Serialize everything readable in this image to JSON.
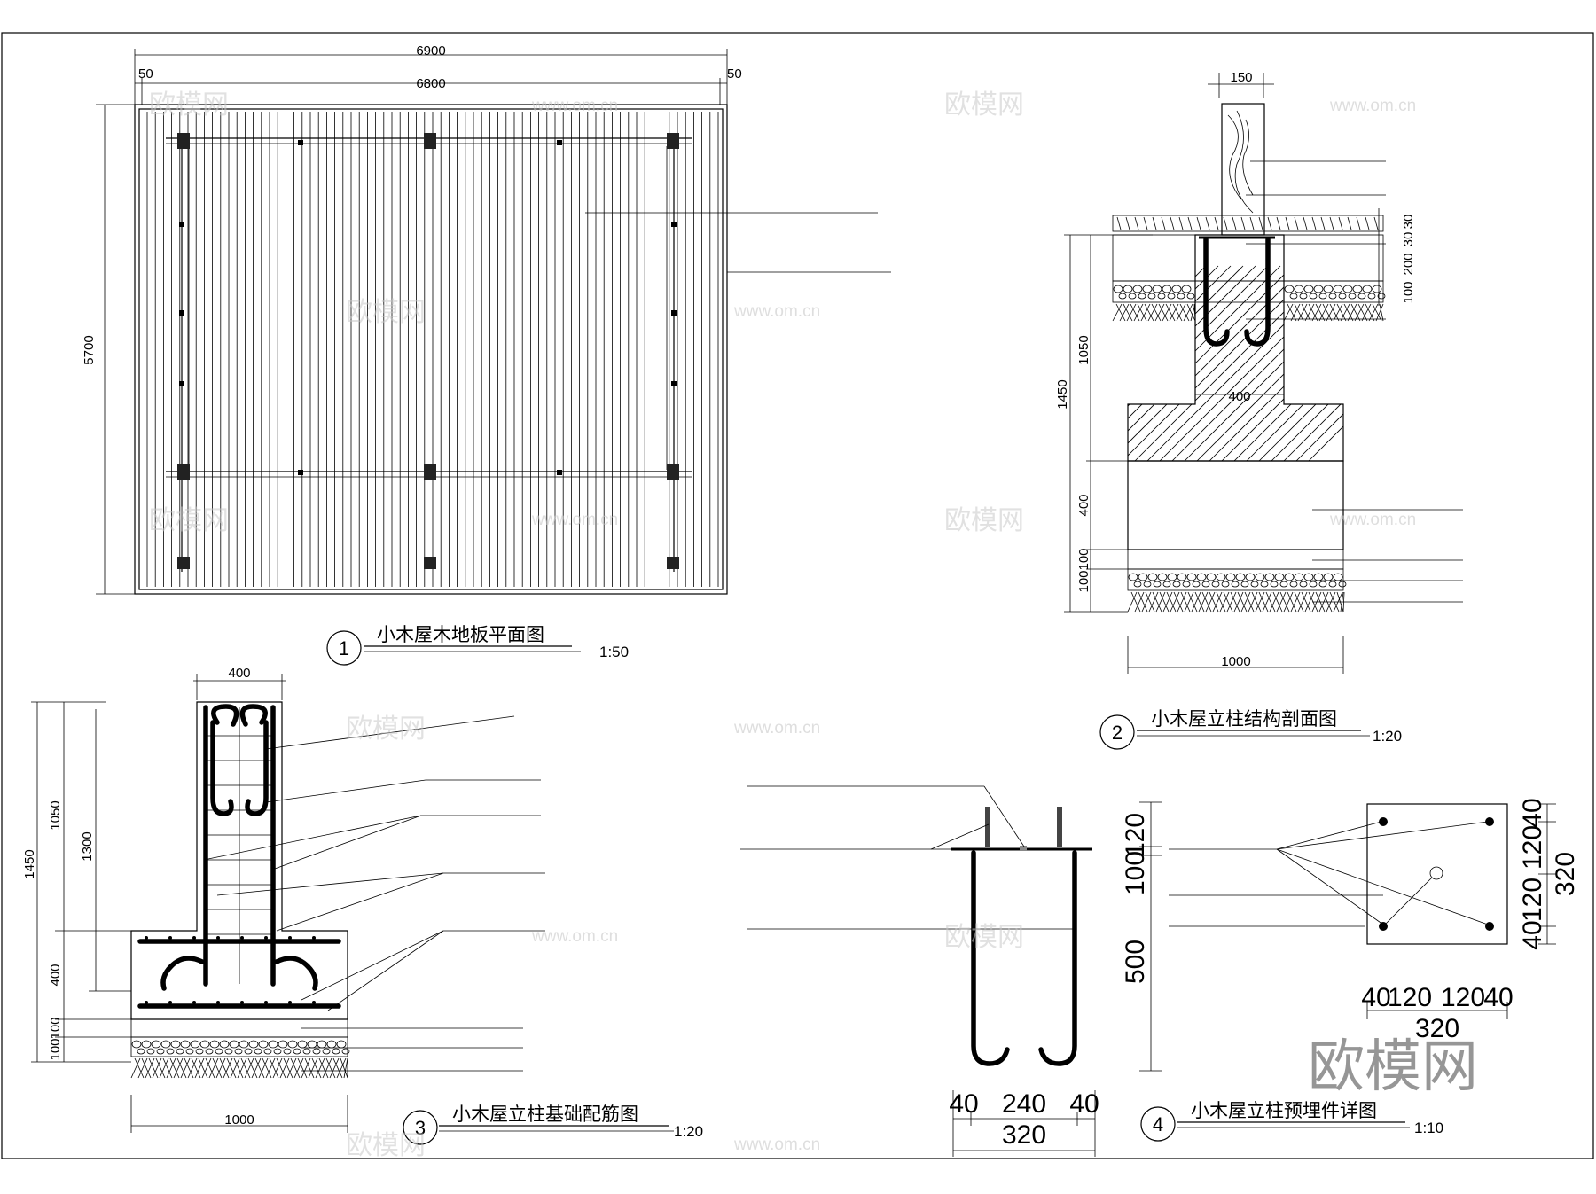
{
  "drawings": {
    "d1": {
      "number": "1",
      "title": "小木屋木地板平面图",
      "scale": "1:50",
      "dims": {
        "overall_width": "6900",
        "inner_width": "6800",
        "side_left": "50",
        "side_right": "50",
        "height": "5700"
      }
    },
    "d2": {
      "number": "2",
      "title": "小木屋立柱结构剖面图",
      "scale": "1:20",
      "dims": {
        "post_width": "150",
        "d30a": "30",
        "d30b": "30",
        "d200": "200",
        "d100": "100",
        "d1450": "1450",
        "d1050": "1050",
        "d400": "400",
        "d100b": "100",
        "d100c": "100",
        "width_400": "400",
        "base_1000": "1000"
      }
    },
    "d3": {
      "number": "3",
      "title": "小木屋立柱基础配筋图",
      "scale": "1:20",
      "dims": {
        "top_400": "400",
        "d1450": "1450",
        "d1050": "1050",
        "d1300": "1300",
        "d400": "400",
        "d100a": "100",
        "d100b": "100",
        "base_1000": "1000"
      }
    },
    "d4": {
      "number": "4",
      "title": "小木屋立柱预埋件详图",
      "scale": "1:10",
      "dims": {
        "d40a": "40",
        "d240": "240",
        "d40b": "40",
        "d320": "320",
        "v120": "120",
        "v100": "100",
        "v500": "500",
        "p40a": "40",
        "p120a": "120",
        "p120b": "120",
        "p40b": "40",
        "p320": "320",
        "h40a": "40",
        "h120a": "120",
        "h120b": "120",
        "h40b": "40",
        "h320": "320"
      }
    }
  },
  "watermark": {
    "brand": "欧模网",
    "url": "www.om.cn"
  },
  "logo": "欧模网"
}
